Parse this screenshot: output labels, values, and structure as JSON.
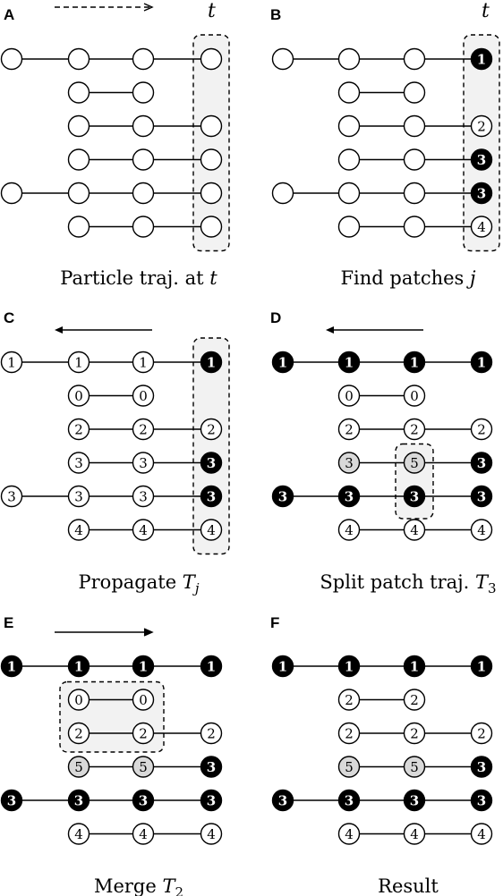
{
  "panels": [
    {
      "letter": "A",
      "caption": [
        {
          "t": "Particle traj. at "
        },
        {
          "t": "t",
          "style": "it"
        }
      ],
      "arrow": {
        "dir": "right",
        "dashed": true
      },
      "t_label": "t",
      "rows": [
        {
          "nodes": [
            {
              "c": 0,
              "fill": "white",
              "label": ""
            },
            {
              "c": 1,
              "fill": "white",
              "label": ""
            },
            {
              "c": 2,
              "fill": "white",
              "label": ""
            },
            {
              "c": 3,
              "fill": "white",
              "label": ""
            }
          ]
        },
        {
          "nodes": [
            {
              "c": 1,
              "fill": "white",
              "label": ""
            },
            {
              "c": 2,
              "fill": "white",
              "label": ""
            }
          ]
        },
        {
          "nodes": [
            {
              "c": 1,
              "fill": "white",
              "label": ""
            },
            {
              "c": 2,
              "fill": "white",
              "label": ""
            },
            {
              "c": 3,
              "fill": "white",
              "label": ""
            }
          ]
        },
        {
          "nodes": [
            {
              "c": 1,
              "fill": "white",
              "label": ""
            },
            {
              "c": 2,
              "fill": "white",
              "label": ""
            },
            {
              "c": 3,
              "fill": "white",
              "label": ""
            }
          ]
        },
        {
          "nodes": [
            {
              "c": 0,
              "fill": "white",
              "label": ""
            },
            {
              "c": 1,
              "fill": "white",
              "label": ""
            },
            {
              "c": 2,
              "fill": "white",
              "label": ""
            },
            {
              "c": 3,
              "fill": "white",
              "label": ""
            }
          ]
        },
        {
          "nodes": [
            {
              "c": 1,
              "fill": "white",
              "label": ""
            },
            {
              "c": 2,
              "fill": "white",
              "label": ""
            },
            {
              "c": 3,
              "fill": "white",
              "label": ""
            }
          ]
        }
      ],
      "box": {
        "type": "column",
        "col": 3
      }
    },
    {
      "letter": "B",
      "caption": [
        {
          "t": "Find patches "
        },
        {
          "t": "j",
          "style": "it"
        }
      ],
      "arrow": null,
      "t_label": "t",
      "rows": [
        {
          "nodes": [
            {
              "c": 0,
              "fill": "white",
              "label": ""
            },
            {
              "c": 1,
              "fill": "white",
              "label": ""
            },
            {
              "c": 2,
              "fill": "white",
              "label": ""
            },
            {
              "c": 3,
              "fill": "black",
              "label": "1"
            }
          ]
        },
        {
          "nodes": [
            {
              "c": 1,
              "fill": "white",
              "label": ""
            },
            {
              "c": 2,
              "fill": "white",
              "label": ""
            }
          ]
        },
        {
          "nodes": [
            {
              "c": 1,
              "fill": "white",
              "label": ""
            },
            {
              "c": 2,
              "fill": "white",
              "label": ""
            },
            {
              "c": 3,
              "fill": "white",
              "label": "2"
            }
          ]
        },
        {
          "nodes": [
            {
              "c": 1,
              "fill": "white",
              "label": ""
            },
            {
              "c": 2,
              "fill": "white",
              "label": ""
            },
            {
              "c": 3,
              "fill": "black",
              "label": "3"
            }
          ]
        },
        {
          "nodes": [
            {
              "c": 0,
              "fill": "white",
              "label": ""
            },
            {
              "c": 1,
              "fill": "white",
              "label": ""
            },
            {
              "c": 2,
              "fill": "white",
              "label": ""
            },
            {
              "c": 3,
              "fill": "black",
              "label": "3"
            }
          ]
        },
        {
          "nodes": [
            {
              "c": 1,
              "fill": "white",
              "label": ""
            },
            {
              "c": 2,
              "fill": "white",
              "label": ""
            },
            {
              "c": 3,
              "fill": "white",
              "label": "4"
            }
          ]
        }
      ],
      "box": {
        "type": "column",
        "col": 3
      }
    },
    {
      "letter": "C",
      "caption": [
        {
          "t": "Propagate "
        },
        {
          "t": "T",
          "style": "it"
        },
        {
          "t": "j",
          "style": "sub-it"
        }
      ],
      "arrow": {
        "dir": "left",
        "dashed": false
      },
      "t_label": "",
      "rows": [
        {
          "nodes": [
            {
              "c": 0,
              "fill": "white",
              "label": "1"
            },
            {
              "c": 1,
              "fill": "white",
              "label": "1"
            },
            {
              "c": 2,
              "fill": "white",
              "label": "1"
            },
            {
              "c": 3,
              "fill": "black",
              "label": "1"
            }
          ]
        },
        {
          "nodes": [
            {
              "c": 1,
              "fill": "white",
              "label": "0"
            },
            {
              "c": 2,
              "fill": "white",
              "label": "0"
            }
          ]
        },
        {
          "nodes": [
            {
              "c": 1,
              "fill": "white",
              "label": "2"
            },
            {
              "c": 2,
              "fill": "white",
              "label": "2"
            },
            {
              "c": 3,
              "fill": "white",
              "label": "2"
            }
          ]
        },
        {
          "nodes": [
            {
              "c": 1,
              "fill": "white",
              "label": "3"
            },
            {
              "c": 2,
              "fill": "white",
              "label": "3"
            },
            {
              "c": 3,
              "fill": "black",
              "label": "3"
            }
          ]
        },
        {
          "nodes": [
            {
              "c": 0,
              "fill": "white",
              "label": "3"
            },
            {
              "c": 1,
              "fill": "white",
              "label": "3"
            },
            {
              "c": 2,
              "fill": "white",
              "label": "3"
            },
            {
              "c": 3,
              "fill": "black",
              "label": "3"
            }
          ]
        },
        {
          "nodes": [
            {
              "c": 1,
              "fill": "white",
              "label": "4"
            },
            {
              "c": 2,
              "fill": "white",
              "label": "4"
            },
            {
              "c": 3,
              "fill": "white",
              "label": "4"
            }
          ]
        }
      ],
      "box": {
        "type": "column",
        "col": 3
      }
    },
    {
      "letter": "D",
      "caption": [
        {
          "t": "Split patch traj. "
        },
        {
          "t": "T",
          "style": "it"
        },
        {
          "t": "3",
          "style": "sub"
        }
      ],
      "arrow": {
        "dir": "left",
        "dashed": false
      },
      "t_label": "",
      "rows": [
        {
          "nodes": [
            {
              "c": 0,
              "fill": "black",
              "label": "1"
            },
            {
              "c": 1,
              "fill": "black",
              "label": "1"
            },
            {
              "c": 2,
              "fill": "black",
              "label": "1"
            },
            {
              "c": 3,
              "fill": "black",
              "label": "1"
            }
          ]
        },
        {
          "nodes": [
            {
              "c": 1,
              "fill": "white",
              "label": "0"
            },
            {
              "c": 2,
              "fill": "white",
              "label": "0"
            }
          ]
        },
        {
          "nodes": [
            {
              "c": 1,
              "fill": "white",
              "label": "2"
            },
            {
              "c": 2,
              "fill": "white",
              "label": "2"
            },
            {
              "c": 3,
              "fill": "white",
              "label": "2"
            }
          ]
        },
        {
          "nodes": [
            {
              "c": 1,
              "fill": "gray",
              "label": "3"
            },
            {
              "c": 2,
              "fill": "gray",
              "label": "5"
            },
            {
              "c": 3,
              "fill": "black",
              "label": "3"
            }
          ]
        },
        {
          "nodes": [
            {
              "c": 0,
              "fill": "black",
              "label": "3"
            },
            {
              "c": 1,
              "fill": "black",
              "label": "3"
            },
            {
              "c": 2,
              "fill": "black",
              "label": "3"
            },
            {
              "c": 3,
              "fill": "black",
              "label": "3"
            }
          ]
        },
        {
          "nodes": [
            {
              "c": 1,
              "fill": "white",
              "label": "4"
            },
            {
              "c": 2,
              "fill": "white",
              "label": "4"
            },
            {
              "c": 3,
              "fill": "white",
              "label": "4"
            }
          ]
        }
      ],
      "box": {
        "type": "split",
        "col": 2,
        "rows": [
          3,
          4
        ]
      }
    },
    {
      "letter": "E",
      "caption": [
        {
          "t": "Merge "
        },
        {
          "t": "T",
          "style": "it"
        },
        {
          "t": "2",
          "style": "sub"
        }
      ],
      "arrow": {
        "dir": "right",
        "dashed": false
      },
      "t_label": "",
      "rows": [
        {
          "nodes": [
            {
              "c": 0,
              "fill": "black",
              "label": "1"
            },
            {
              "c": 1,
              "fill": "black",
              "label": "1"
            },
            {
              "c": 2,
              "fill": "black",
              "label": "1"
            },
            {
              "c": 3,
              "fill": "black",
              "label": "1"
            }
          ]
        },
        {
          "nodes": [
            {
              "c": 1,
              "fill": "white",
              "label": "0"
            },
            {
              "c": 2,
              "fill": "white",
              "label": "0"
            }
          ]
        },
        {
          "nodes": [
            {
              "c": 1,
              "fill": "white",
              "label": "2"
            },
            {
              "c": 2,
              "fill": "white",
              "label": "2"
            },
            {
              "c": 3,
              "fill": "white",
              "label": "2"
            }
          ]
        },
        {
          "nodes": [
            {
              "c": 1,
              "fill": "gray",
              "label": "5"
            },
            {
              "c": 2,
              "fill": "gray",
              "label": "5"
            },
            {
              "c": 3,
              "fill": "black",
              "label": "3"
            }
          ]
        },
        {
          "nodes": [
            {
              "c": 0,
              "fill": "black",
              "label": "3"
            },
            {
              "c": 1,
              "fill": "black",
              "label": "3"
            },
            {
              "c": 2,
              "fill": "black",
              "label": "3"
            },
            {
              "c": 3,
              "fill": "black",
              "label": "3"
            }
          ]
        },
        {
          "nodes": [
            {
              "c": 1,
              "fill": "white",
              "label": "4"
            },
            {
              "c": 2,
              "fill": "white",
              "label": "4"
            },
            {
              "c": 3,
              "fill": "white",
              "label": "4"
            }
          ]
        }
      ],
      "box": {
        "type": "merge",
        "cols": [
          1,
          2
        ],
        "rows": [
          1,
          2
        ]
      }
    },
    {
      "letter": "F",
      "caption": [
        {
          "t": "Result"
        }
      ],
      "arrow": null,
      "t_label": "",
      "rows": [
        {
          "nodes": [
            {
              "c": 0,
              "fill": "black",
              "label": "1"
            },
            {
              "c": 1,
              "fill": "black",
              "label": "1"
            },
            {
              "c": 2,
              "fill": "black",
              "label": "1"
            },
            {
              "c": 3,
              "fill": "black",
              "label": "1"
            }
          ]
        },
        {
          "nodes": [
            {
              "c": 1,
              "fill": "white",
              "label": "2"
            },
            {
              "c": 2,
              "fill": "white",
              "label": "2"
            }
          ]
        },
        {
          "nodes": [
            {
              "c": 1,
              "fill": "white",
              "label": "2"
            },
            {
              "c": 2,
              "fill": "white",
              "label": "2"
            },
            {
              "c": 3,
              "fill": "white",
              "label": "2"
            }
          ]
        },
        {
          "nodes": [
            {
              "c": 1,
              "fill": "gray",
              "label": "5"
            },
            {
              "c": 2,
              "fill": "gray",
              "label": "5"
            },
            {
              "c": 3,
              "fill": "black",
              "label": "3"
            }
          ]
        },
        {
          "nodes": [
            {
              "c": 0,
              "fill": "black",
              "label": "3"
            },
            {
              "c": 1,
              "fill": "black",
              "label": "3"
            },
            {
              "c": 2,
              "fill": "black",
              "label": "3"
            },
            {
              "c": 3,
              "fill": "black",
              "label": "3"
            }
          ]
        },
        {
          "nodes": [
            {
              "c": 1,
              "fill": "white",
              "label": "4"
            },
            {
              "c": 2,
              "fill": "white",
              "label": "4"
            },
            {
              "c": 3,
              "fill": "white",
              "label": "4"
            }
          ]
        }
      ],
      "box": null
    }
  ],
  "colors": {
    "black": "#000000",
    "white": "#ffffff",
    "gray": "#d9d9d9",
    "box": "#f2f2f2"
  }
}
